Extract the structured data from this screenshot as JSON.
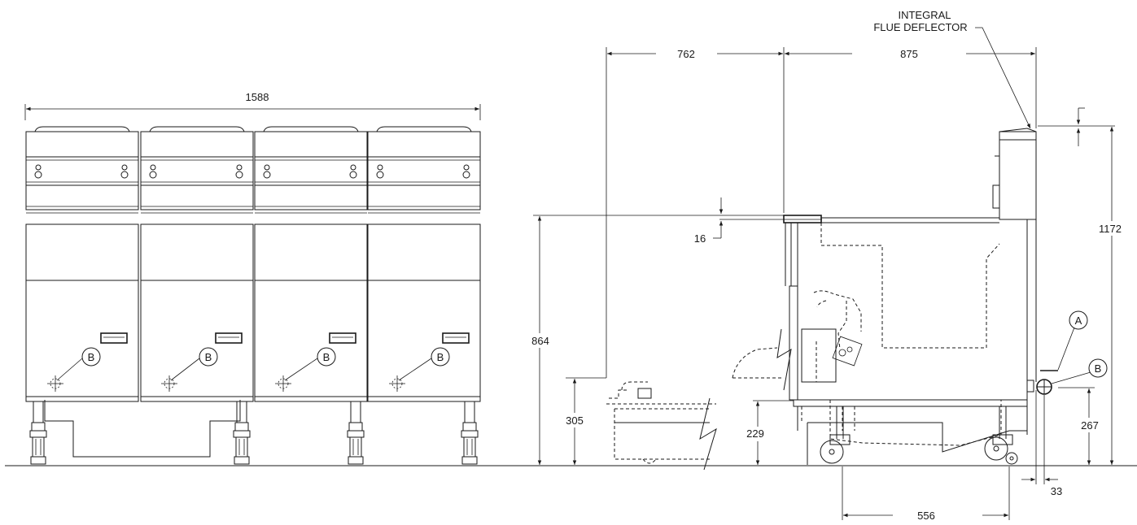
{
  "front_view": {
    "width_dim": "1588",
    "callouts": [
      "B",
      "B",
      "B",
      "B"
    ]
  },
  "side_view": {
    "dims": {
      "basket_depth": "762",
      "fryer_depth": "875",
      "flue_label_line1": "INTEGRAL",
      "flue_label_line2": "FLUE DEFLECTOR",
      "overall_height": "1172",
      "work_height": "864",
      "top_lip": "16",
      "drain_height": "305",
      "cabinet_clearance": "229",
      "gas_height": "267",
      "gas_offset": "33",
      "caster_spacing": "556"
    },
    "callouts": [
      "A",
      "B"
    ]
  }
}
